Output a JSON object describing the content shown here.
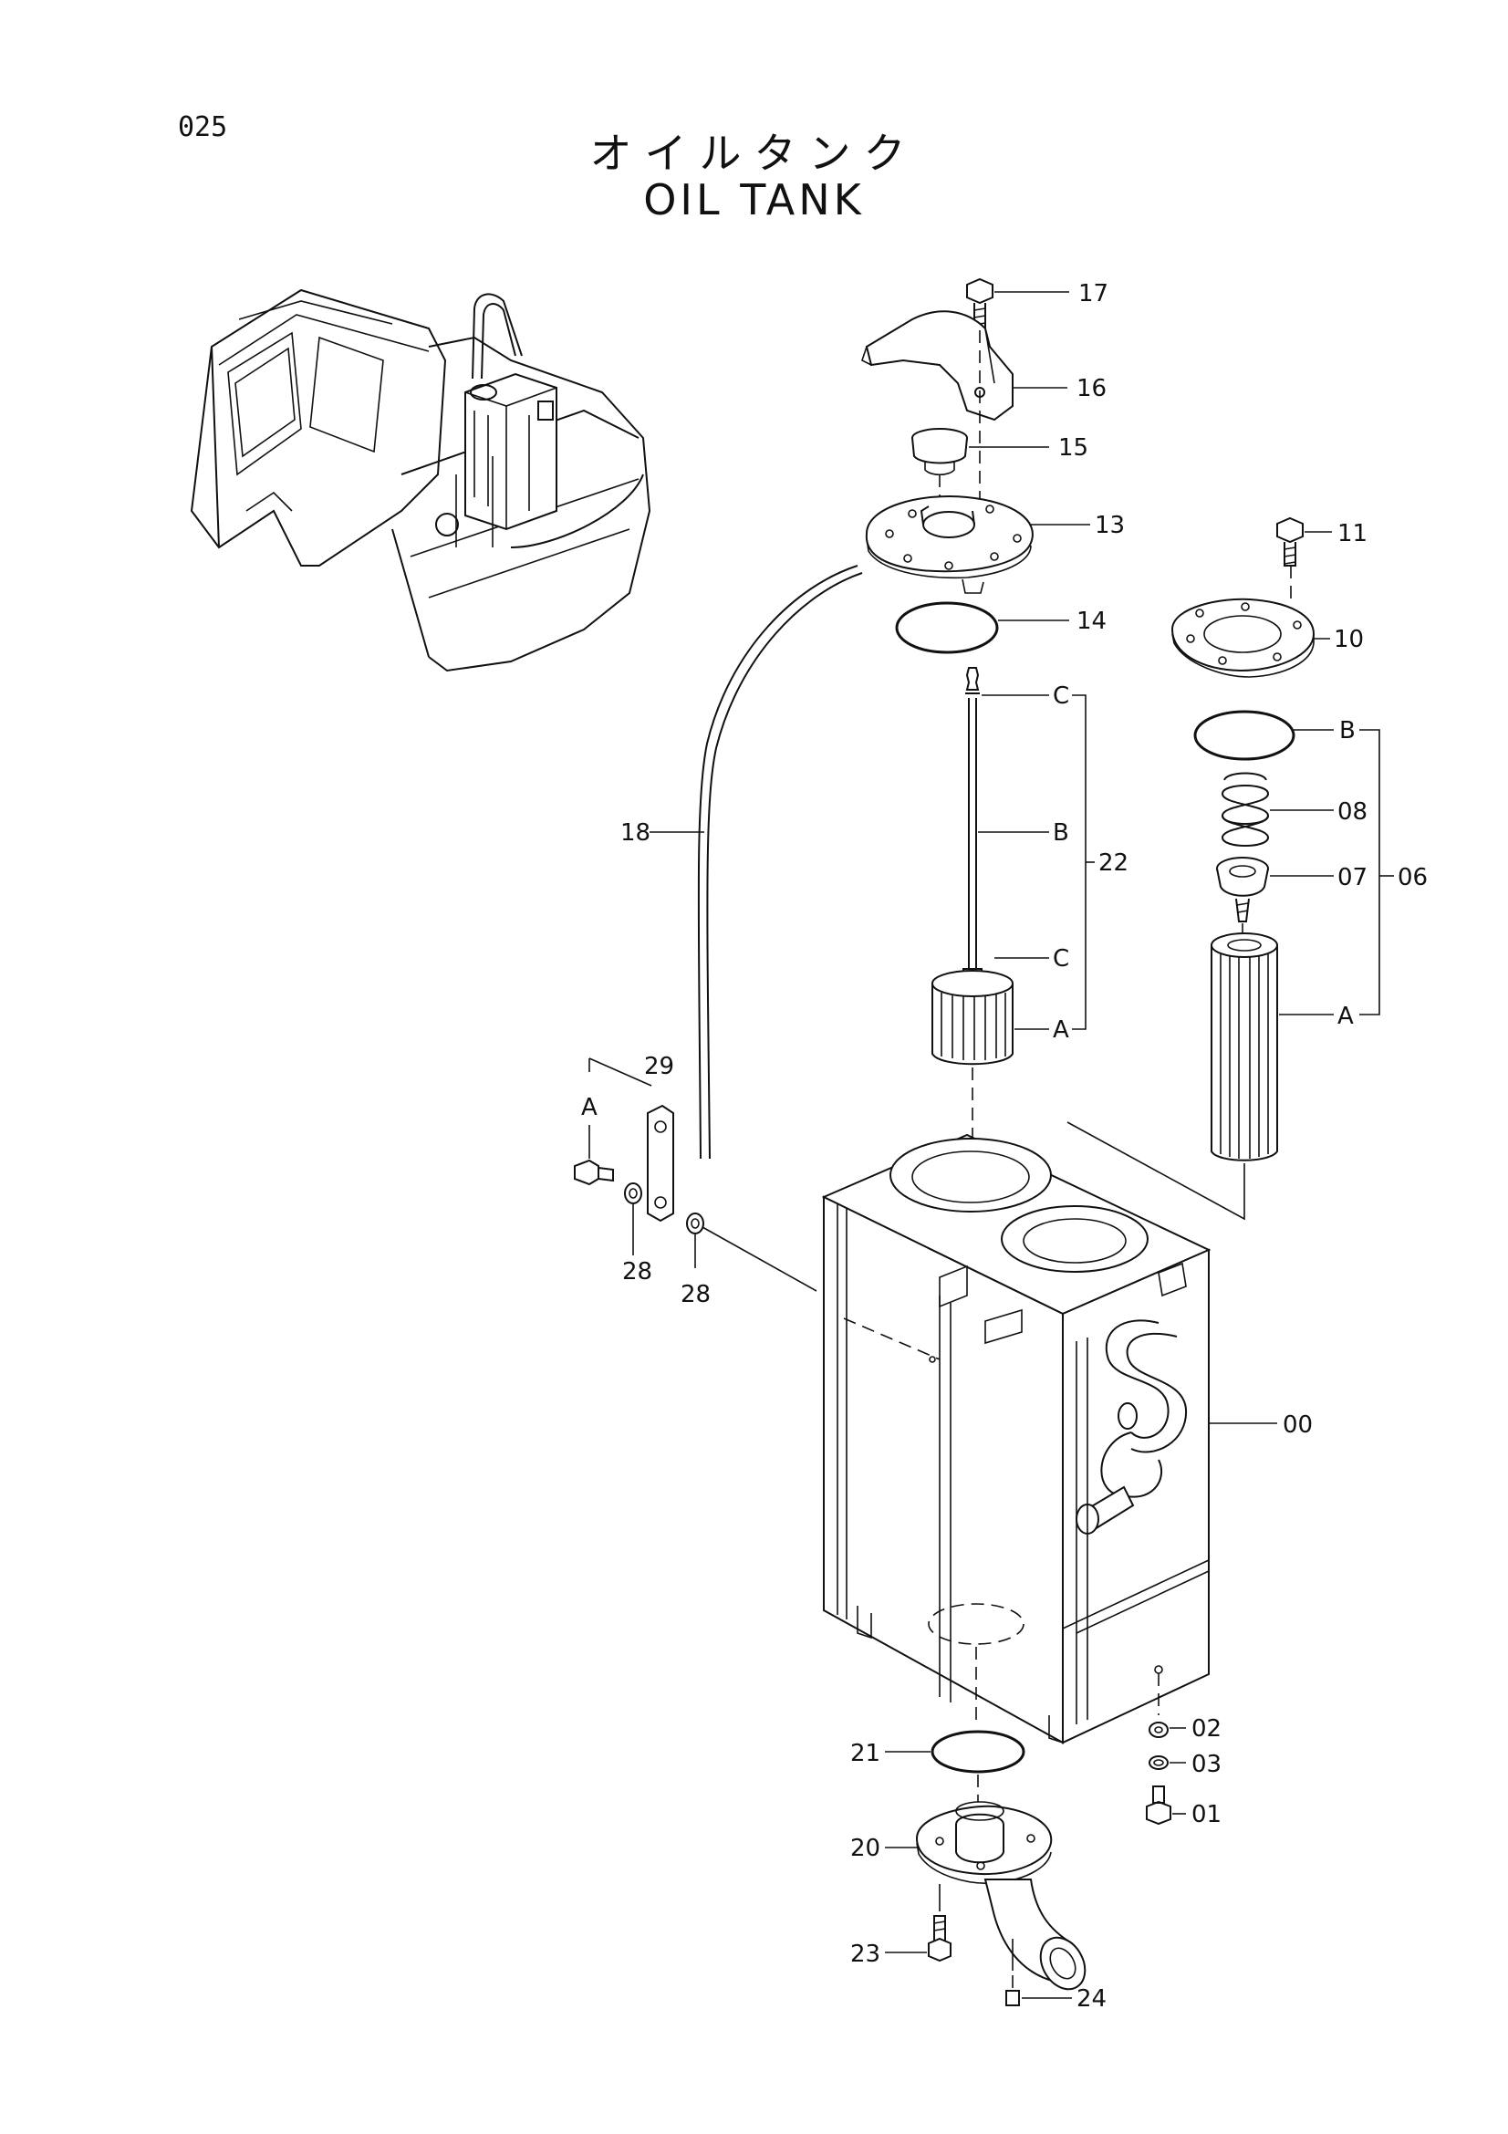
{
  "page_number": "025",
  "title_jp": "オイルタンク",
  "title_en": "OIL TANK",
  "callouts": {
    "c17": "17",
    "c16": "16",
    "c15": "15",
    "c13": "13",
    "c14": "14",
    "c11": "11",
    "c10": "10",
    "cB_06": "B",
    "c08": "08",
    "c07": "07",
    "c06": "06",
    "cA_06": "A",
    "cC_top": "C",
    "cB_22": "B",
    "c22": "22",
    "cC_mid": "C",
    "cA_22": "A",
    "c18": "18",
    "c29": "29",
    "cA_29": "A",
    "c28a": "28",
    "c28b": "28",
    "c00": "00",
    "c02": "02",
    "c03": "03",
    "c01": "01",
    "c21": "21",
    "c20": "20",
    "c23": "23",
    "c24": "24"
  }
}
